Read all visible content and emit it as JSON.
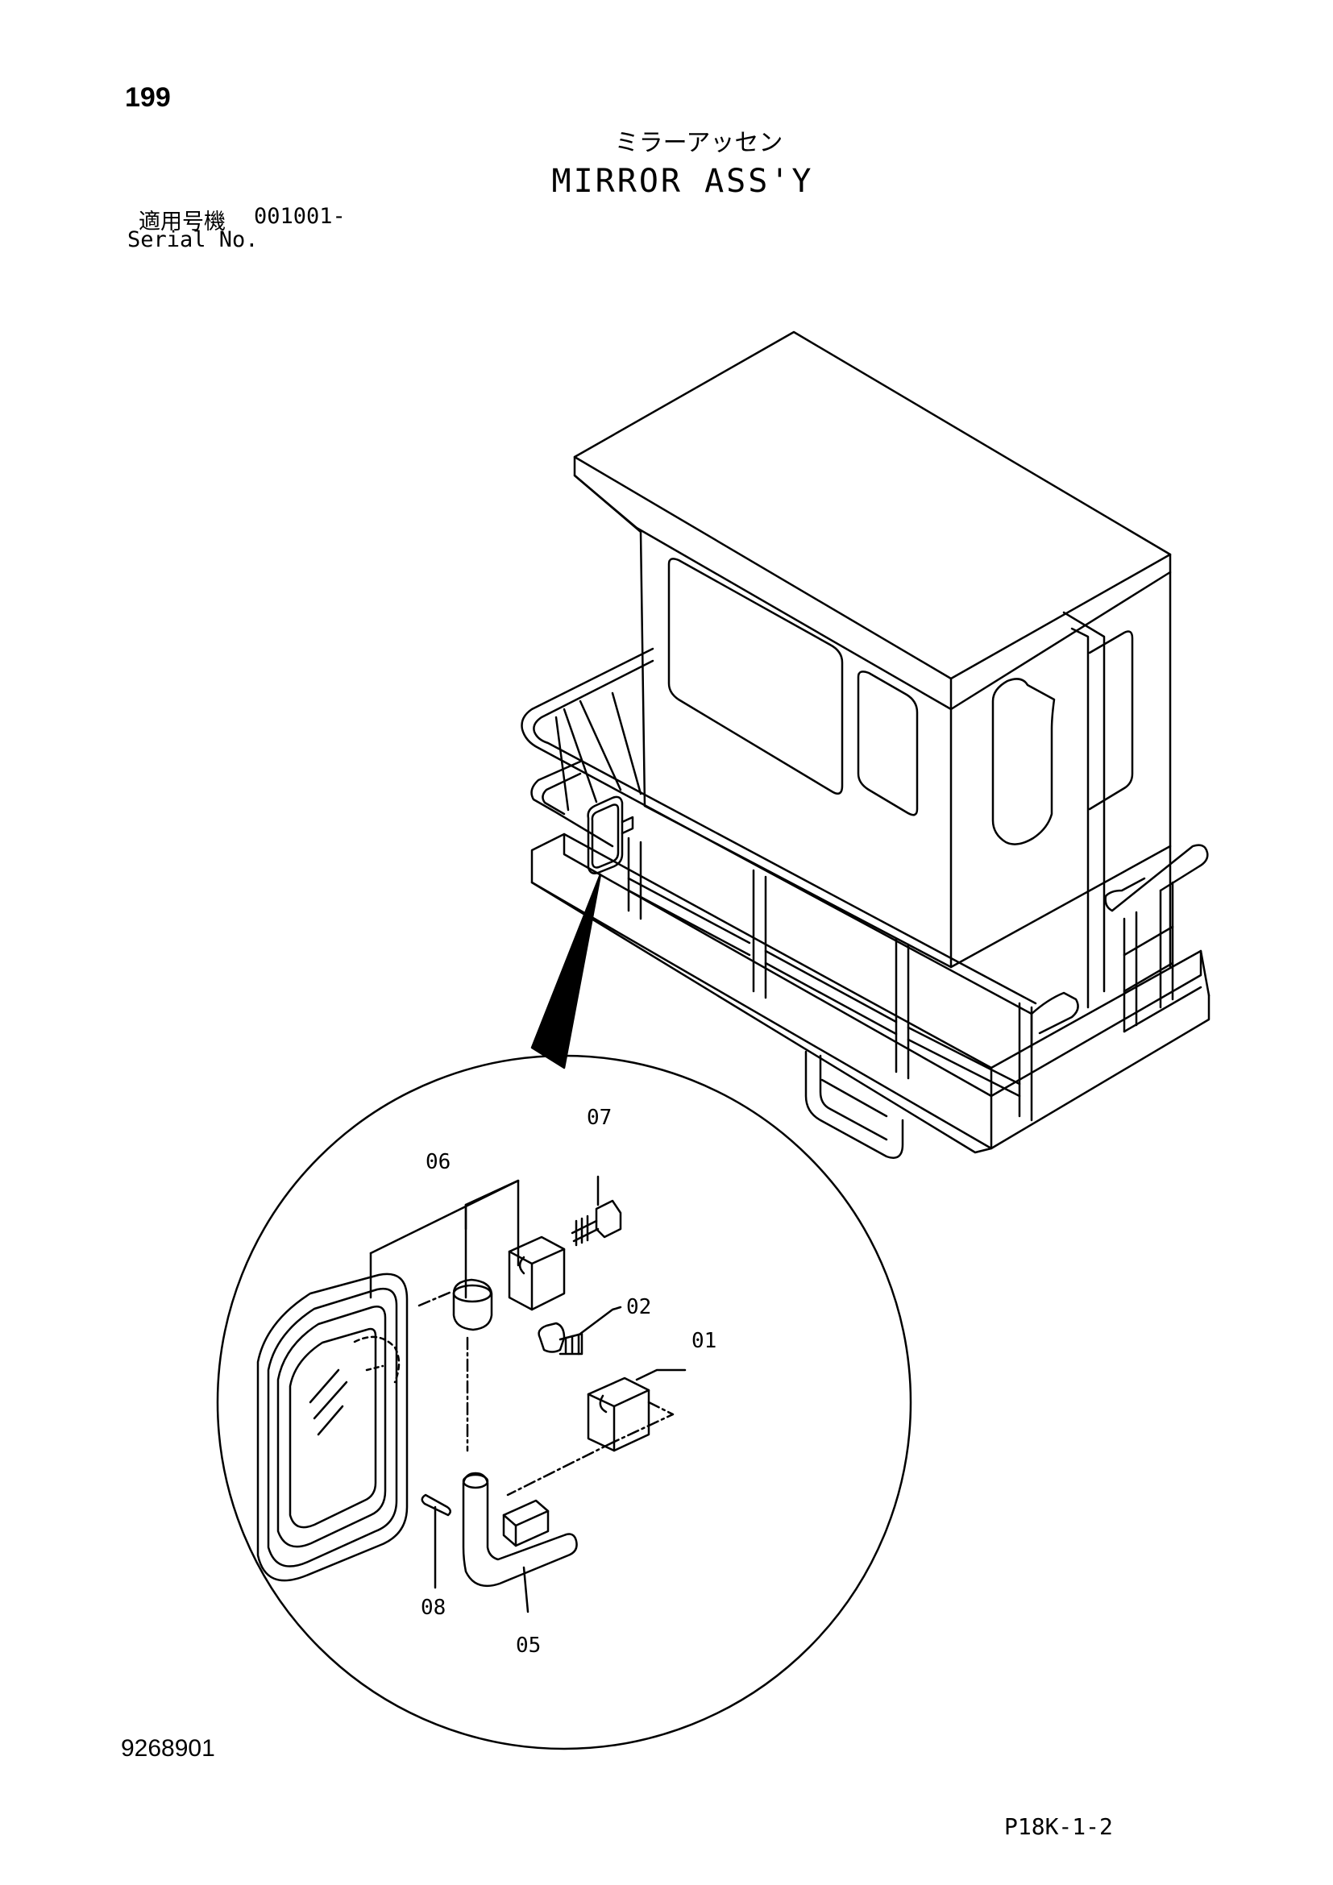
{
  "header": {
    "page_number": "199",
    "title_jp": "ミラーアッセン",
    "title_en": "MIRROR ASS'Y",
    "serial_label_jp": "適用号機",
    "serial_range": "001001-",
    "serial_label_en": "Serial No."
  },
  "callouts": {
    "c01": "01",
    "c02": "02",
    "c05": "05",
    "c06": "06",
    "c07": "07",
    "c08": "08"
  },
  "footer": {
    "drawing_number": "9268901",
    "page_code": "P18K-1-2"
  }
}
